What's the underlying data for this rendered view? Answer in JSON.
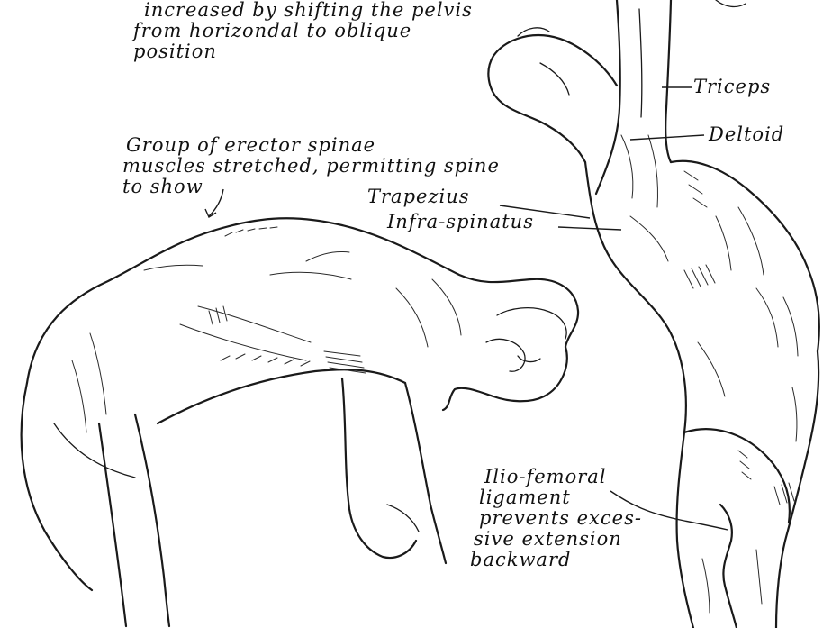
{
  "annotations": {
    "pelvis_note": [
      "increased by shifting the pelvis",
      "from horizondal to oblique",
      "position"
    ],
    "erector_note": [
      "Group of erector spinae",
      "muscles stretched, permitting spine",
      "to show"
    ],
    "trapezius": "Trapezius",
    "infraspinatus": "Infra-spinatus",
    "triceps": "Triceps",
    "deltoid": "Deltoid",
    "ligament_note": [
      "Ilio-femoral",
      "ligament",
      "prevents exces-",
      "sive extension",
      "backward"
    ]
  },
  "colors": {
    "ink": "#1a1a1a",
    "paper": "#ffffff"
  }
}
